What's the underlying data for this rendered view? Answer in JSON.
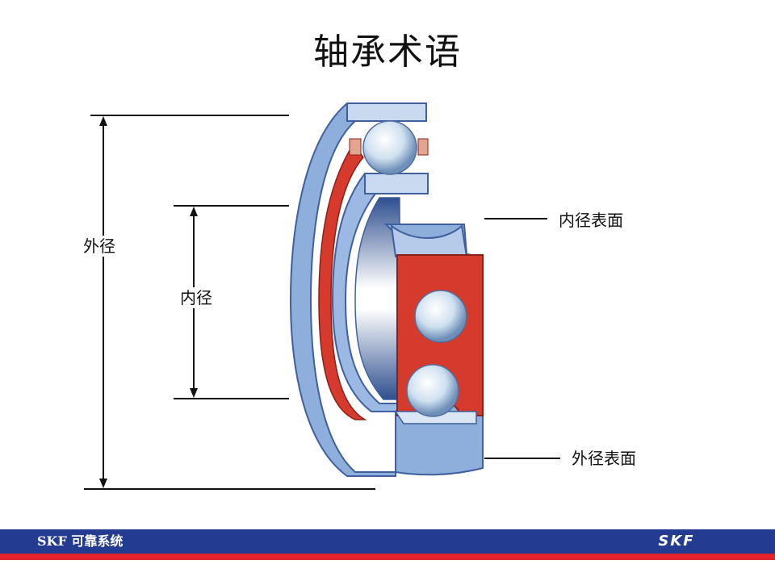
{
  "title": "轴承术语",
  "labels": {
    "outer_diameter": "外径",
    "inner_diameter": "内径",
    "bore_surface": "内径表面",
    "outer_surface": "外径表面"
  },
  "footer": {
    "left_text": "SKF 可靠系统",
    "logo_text": "SKF",
    "bar_color": "#233b91",
    "stripe_color": "#e2232a"
  },
  "colors": {
    "ring_blue": "#8eaedc",
    "ring_dark": "#3f5f9e",
    "cage_red": "#d63a2c",
    "ball_light": "#eef3f8"
  }
}
